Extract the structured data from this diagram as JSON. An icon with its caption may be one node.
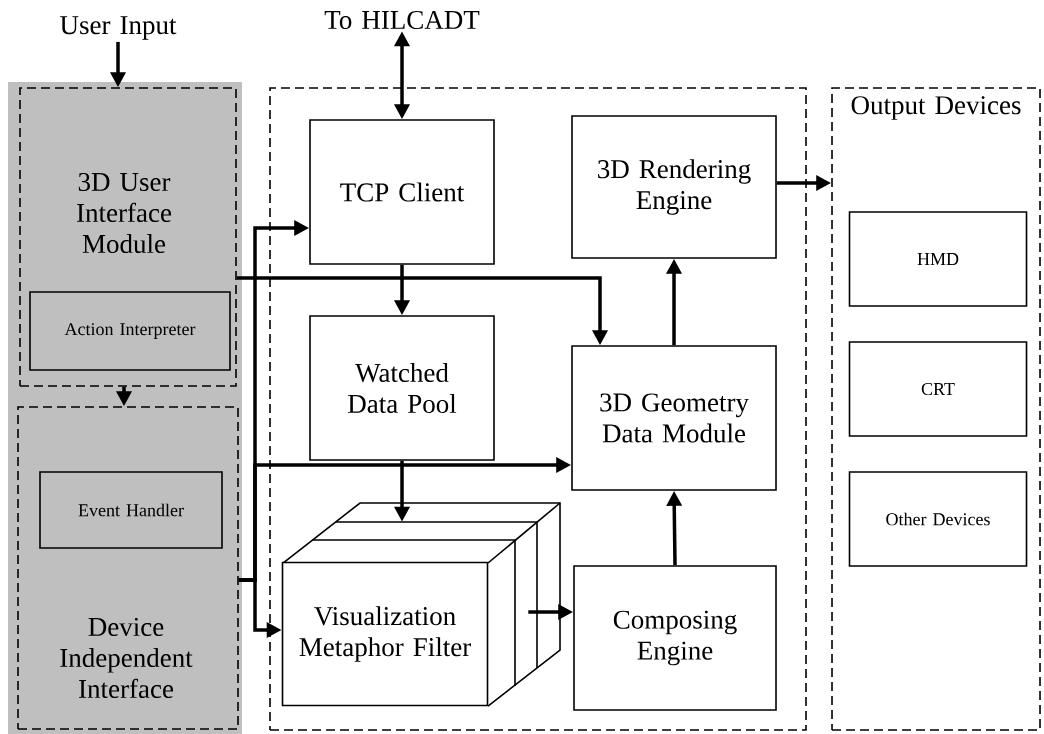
{
  "diagram": {
    "nodes": [
      {
        "text": [
          "User Input"
        ]
      },
      {
        "text": [
          "3D User Interface Module"
        ]
      },
      {
        "text": [
          "Action Interpreter"
        ],
        "in": 1
      },
      {
        "text": [
          "Device Independent Interface"
        ]
      },
      {
        "text": [
          "Event Handler"
        ],
        "in": 3
      },
      {
        "text": [
          "To HILCADT"
        ]
      },
      {
        "text": [],
        "shape": "box"
      },
      {
        "text": [
          "TCP Client"
        ],
        "in": 6
      },
      {
        "text": [
          "3D Rendering Engine"
        ],
        "in": 6
      },
      {
        "text": [
          "Watched Data Pool"
        ],
        "in": 6
      },
      {
        "text": [
          "3D Geometry Data Module"
        ],
        "in": 6
      },
      {
        "text": [
          "Visualization Metaphor Filter"
        ],
        "in": 6
      },
      {
        "text": [
          "Composing Engine"
        ],
        "in": 6
      },
      {
        "text": [
          "Output Devices"
        ]
      },
      {
        "text": [
          "HMD"
        ],
        "in": 13
      },
      {
        "text": [
          "CRT"
        ],
        "in": 13
      },
      {
        "text": [
          "Other Devices"
        ],
        "in": 13
      }
    ],
    "edges": [
      {
        "from": 0,
        "to": 1,
        "arrow": "to"
      },
      {
        "from": 5,
        "to": 7,
        "arrow": "both"
      },
      {
        "from": 1,
        "to": 3,
        "arrow": "to"
      },
      {
        "from": 1,
        "to": 10,
        "arrow": "to"
      },
      {
        "from": 7,
        "to": 9,
        "arrow": "to"
      },
      {
        "from": 3,
        "to": 7,
        "arrow": "to"
      },
      {
        "from": 3,
        "to": 10,
        "arrow": "to"
      },
      {
        "from": 3,
        "to": 11,
        "arrow": "to"
      },
      {
        "from": 9,
        "to": 11,
        "arrow": "to"
      },
      {
        "from": 11,
        "to": 12,
        "arrow": "to"
      },
      {
        "from": 12,
        "to": 10,
        "arrow": "to"
      },
      {
        "from": 10,
        "to": 8,
        "arrow": "to"
      },
      {
        "from": 8,
        "to": 13,
        "arrow": "to"
      }
    ]
  }
}
